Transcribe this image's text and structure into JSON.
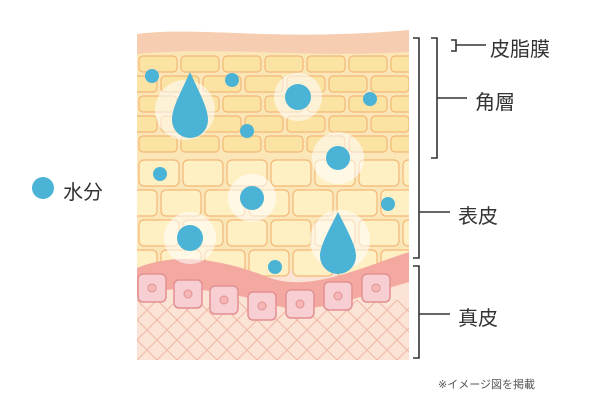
{
  "legend": {
    "label": "水分",
    "dot_color": "#4ab3d6"
  },
  "labels": {
    "sebum": "皮脂膜",
    "stratum_corneum": "角層",
    "epidermis": "表皮",
    "dermis": "真皮"
  },
  "note": "※イメージ図を掲載",
  "colors": {
    "water": "#4ab3d6",
    "sebum": "#f7cdb2",
    "corneum_cell": "#fbe3a3",
    "epidermis_cell": "#fff0c4",
    "cell_border": "#f2b878",
    "wavy_band": "#f4a9a0",
    "dermis_cell": "#f7cfd2",
    "dermis_bg": "#fbe3d6",
    "line": "#333333"
  }
}
